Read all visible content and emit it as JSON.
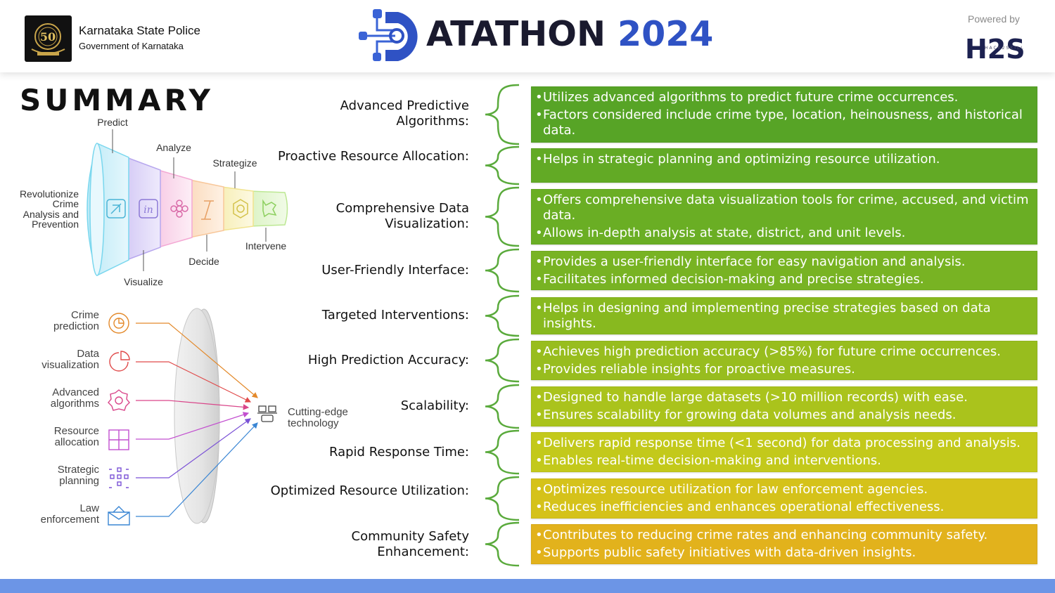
{
  "header": {
    "org_name": "Karnataka State Police",
    "org_sub": "Government of Karnataka",
    "emblem_text": "50",
    "logo_word": "ATATHON",
    "logo_year": "2024",
    "powered_by": "Powered by",
    "sponsor": "H2S",
    "sponsor_tag": "HACK2SKILL"
  },
  "summary_title": "SUMMARY",
  "funnel": {
    "main_label": [
      "Revolutionize",
      "Crime",
      "Analysis and",
      "Prevention"
    ],
    "stages": [
      "Predict",
      "Visualize",
      "Analyze",
      "Decide",
      "Strategize",
      "Intervene"
    ],
    "colors": [
      "#7ad7ee",
      "#b7a7ee",
      "#f4a8d4",
      "#f8c79a",
      "#f1e38e",
      "#bde894"
    ]
  },
  "lens": {
    "inputs": [
      {
        "line1": "Crime",
        "line2": "prediction",
        "color": "#e3892a",
        "icon": "target-icon"
      },
      {
        "line1": "Data",
        "line2": "visualization",
        "color": "#e04a4a",
        "icon": "pie-chart-icon"
      },
      {
        "line1": "Advanced",
        "line2": "algorithms",
        "color": "#d9468a",
        "icon": "gear-icon"
      },
      {
        "line1": "Resource",
        "line2": "allocation",
        "color": "#c24fcf",
        "icon": "puzzle-icon"
      },
      {
        "line1": "Strategic",
        "line2": "planning",
        "color": "#7b52d6",
        "icon": "grid-icon"
      },
      {
        "line1": "Law",
        "line2": "enforcement",
        "color": "#3a86d4",
        "icon": "badge-icon"
      }
    ],
    "output_line1": "Cutting-edge",
    "output_line2": "technology"
  },
  "features": [
    {
      "label": "Advanced Predictive Algorithms:",
      "color": "#57a426",
      "bullets": [
        "Utilizes advanced algorithms to predict future crime occurrences.",
        "Factors considered include crime type, location, heinousness, and historical data."
      ]
    },
    {
      "label": "Proactive Resource Allocation:",
      "color": "#62aa25",
      "bullets": [
        "Helps in strategic planning and optimizing resource utilization."
      ]
    },
    {
      "label": "Comprehensive Data Visualization:",
      "color": "#6aae24",
      "bullets": [
        "Offers comprehensive data visualization tools for crime, accused, and victim data.",
        "Allows in-depth analysis at state, district, and unit levels."
      ]
    },
    {
      "label": "User-Friendly Interface:",
      "color": "#78b323",
      "bullets": [
        "Provides a user-friendly interface for easy navigation and analysis.",
        "Facilitates informed decision-making and precise strategies."
      ]
    },
    {
      "label": "Targeted Interventions:",
      "color": "#88b91f",
      "bullets": [
        "Helps in designing and implementing precise strategies based on data insights."
      ]
    },
    {
      "label": "High Prediction Accuracy:",
      "color": "#98bd1e",
      "bullets": [
        "Achieves high prediction accuracy (>85%) for future crime occurrences.",
        "Provides reliable insights for proactive measures."
      ]
    },
    {
      "label": "Scalability:",
      "color": "#aac31c",
      "bullets": [
        "Designed to handle large datasets (>10 million records) with ease.",
        "Ensures scalability for growing data volumes and analysis needs."
      ]
    },
    {
      "label": "Rapid Response Time:",
      "color": "#c3c91b",
      "bullets": [
        "Delivers rapid response time (<1 second) for data processing and analysis.",
        "Enables real-time decision-making and interventions."
      ]
    },
    {
      "label": "Optimized Resource Utilization:",
      "color": "#d5c21a",
      "bullets": [
        "Optimizes resource utilization for law enforcement agencies.",
        "Reduces inefficiencies and enhances operational effectiveness."
      ]
    },
    {
      "label": "Community Safety Enhancement:",
      "color": "#e2b21c",
      "bullets": [
        "Contributes to reducing crime rates and enhancing community safety.",
        "Supports public safety initiatives with data-driven insights."
      ]
    }
  ]
}
